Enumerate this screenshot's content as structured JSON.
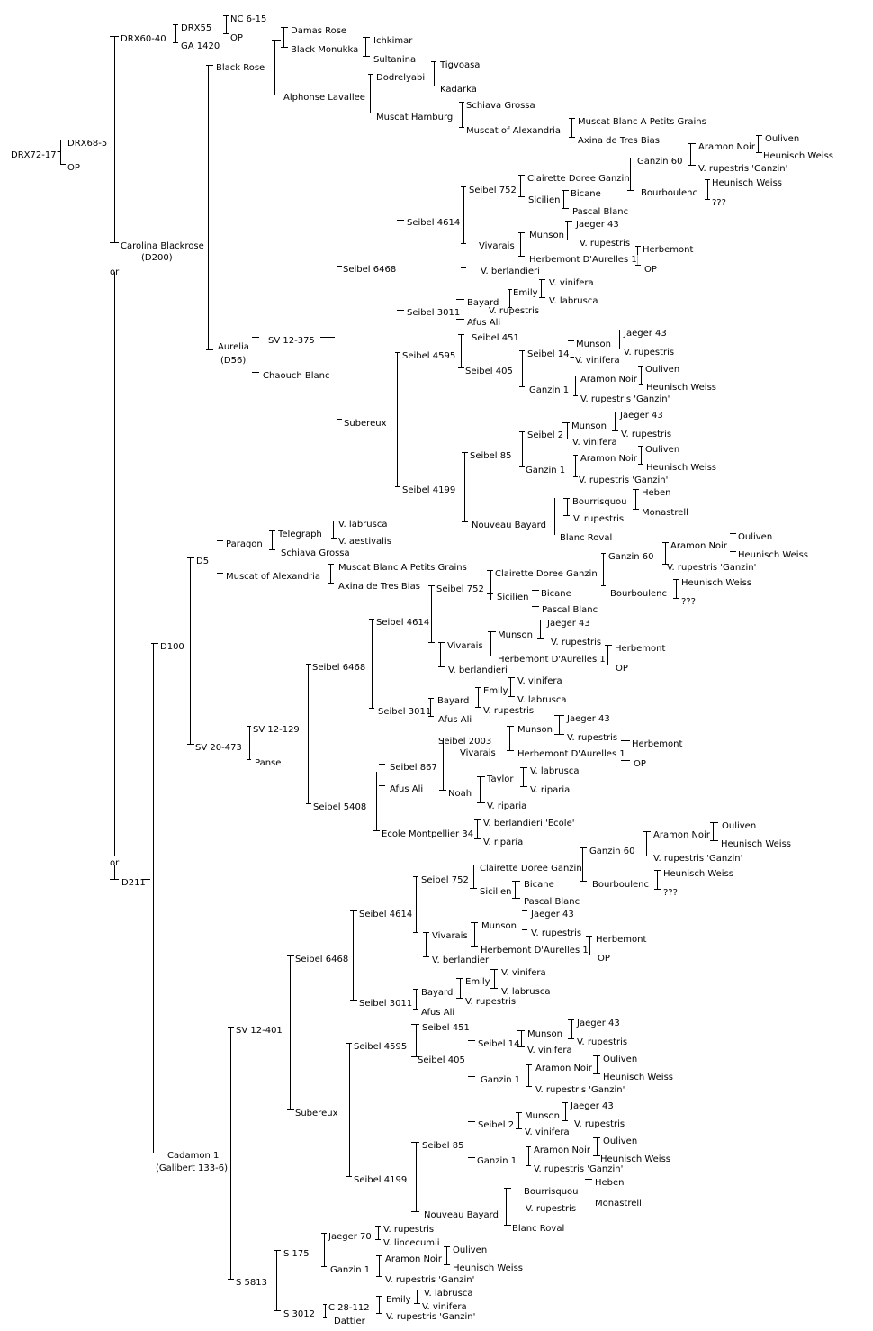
{
  "colors": {
    "line": "#000000",
    "text": "#000000",
    "background": "#ffffff"
  },
  "labels": [
    "DRX72-17",
    "DRX68-5",
    "OP",
    "DRX60-40",
    "DRX55",
    "NC 6-15",
    "OP",
    "GA 1420",
    "Black Rose",
    "Damas Rose",
    "Black Monukka",
    "Ichkimar",
    "Sultanina",
    "Alphonse Lavallee",
    "Dodrelyabi",
    "Tigvoasa",
    "Kadarka",
    "Muscat Hamburg",
    "Schiava Grossa",
    "Muscat of Alexandria",
    "Muscat Blanc A Petits Grains",
    "Axina de Tres Bias",
    "Carolina Blackrose",
    "(D200)",
    "or",
    "Aurelia",
    "(D56)",
    "SV 12-375",
    "Chaouch Blanc",
    "Seibel 6468",
    "Seibel 4614",
    "Seibel 752",
    "Clairette Doree Ganzin",
    "Ganzin 60",
    "Aramon Noir",
    "Ouliven",
    "Heunisch Weiss",
    "V. rupestris 'Ganzin'",
    "Sicilien",
    "Bicane",
    "Bourboulenc",
    "Heunisch Weiss",
    "???",
    "Pascal Blanc",
    "Vivarais",
    "Munson",
    "Jaeger 43",
    "V. rupestris",
    "Herbemont D'Aurelles 1",
    "Herbemont",
    "OP",
    "V. berlandieri",
    "Seibel 3011",
    "Bayard",
    "Emily",
    "V. vinifera",
    "V. labrusca",
    "V. rupestris",
    "Afus Ali",
    "Subereux",
    "Seibel 4595",
    "Seibel 451",
    "Seibel 405",
    "Seibel 14",
    "Munson",
    "Jaeger 43",
    "V. rupestris",
    "V. vinifera",
    "Ganzin 1",
    "Aramon Noir",
    "Ouliven",
    "Heunisch Weiss",
    "V. rupestris 'Ganzin'",
    "Seibel 4199",
    "Seibel 85",
    "Seibel 2",
    "Munson",
    "Jaeger 43",
    "V. rupestris",
    "V. vinifera",
    "Ganzin 1",
    "Aramon Noir",
    "Ouliven",
    "Heunisch Weiss",
    "V. rupestris 'Ganzin'",
    "Nouveau Bayard",
    "Bourrisquou",
    "Heben",
    "Monastrell",
    "V. rupestris",
    "Blanc Roval",
    "D5",
    "Paragon",
    "Telegraph",
    "V. labrusca",
    "V. aestivalis",
    "Schiava Grossa",
    "Muscat of Alexandria",
    "Muscat Blanc A Petits Grains",
    "Axina de Tres Bias",
    "D100",
    "Seibel 4614",
    "Seibel 752",
    "Clairette Doree Ganzin",
    "Ganzin 60",
    "Aramon Noir",
    "Ouliven",
    "Heunisch Weiss",
    "V. rupestris 'Ganzin'",
    "Sicilien",
    "Bicane",
    "Bourboulenc",
    "Heunisch Weiss",
    "???",
    "Pascal Blanc",
    "Vivarais",
    "Munson",
    "Jaeger 43",
    "V. rupestris",
    "Herbemont D'Aurelles 1",
    "Herbemont",
    "OP",
    "V. berlandieri",
    "Seibel 6468",
    "Seibel 3011",
    "Bayard",
    "Emily",
    "V. vinifera",
    "V. labrusca",
    "V. rupestris",
    "Afus Ali",
    "SV 20-473",
    "SV 12-129",
    "Panse",
    "Seibel 2003",
    "Vivarais",
    "Munson",
    "Jaeger 43",
    "V. rupestris",
    "Herbemont D'Aurelles 1",
    "Herbemont",
    "OP",
    "Seibel 867",
    "Afus Ali",
    "Noah",
    "Taylor",
    "V. labrusca",
    "V. riparia",
    "V. riparia",
    "Seibel 5408",
    "Ecole Montpellier 34",
    "V. berlandieri 'Ecole'",
    "V. riparia",
    "or",
    "D211",
    "Seibel 752",
    "Clairette Doree Ganzin",
    "Ganzin 60",
    "Aramon Noir",
    "Ouliven",
    "Heunisch Weiss",
    "V. rupestris 'Ganzin'",
    "Sicilien",
    "Bicane",
    "Bourboulenc",
    "Heunisch Weiss",
    "???",
    "Pascal Blanc",
    "Seibel 4614",
    "Vivarais",
    "Munson",
    "Jaeger 43",
    "V. rupestris",
    "Herbemont D'Aurelles 1",
    "Herbemont",
    "OP",
    "V. berlandieri",
    "Seibel 6468",
    "Seibel 3011",
    "Bayard",
    "Emily",
    "V. vinifera",
    "V. labrusca",
    "V. rupestris",
    "Afus Ali",
    "SV 12-401",
    "Subereux",
    "Seibel 4595",
    "Seibel 451",
    "Seibel 405",
    "Seibel 14",
    "Munson",
    "Jaeger 43",
    "V. rupestris",
    "V. vinifera",
    "Ganzin 1",
    "Aramon Noir",
    "Ouliven",
    "Heunisch Weiss",
    "V. rupestris 'Ganzin'",
    "Seibel 4199",
    "Seibel 85",
    "Seibel 2",
    "Munson",
    "Jaeger 43",
    "V. rupestris",
    "V. vinifera",
    "Ganzin 1",
    "Aramon Noir",
    "Ouliven",
    "Heunisch Weiss",
    "V. rupestris 'Ganzin'",
    "Nouveau Bayard",
    "Bourrisquou",
    "Heben",
    "Monastrell",
    "V. rupestris",
    "Blanc Roval",
    "Cadamon 1",
    "(Galibert 133-6)",
    "S 5813",
    "S 175",
    "Jaeger 70",
    "V. rupestris",
    "V. lincecumii",
    "Ganzin 1",
    "Aramon Noir",
    "Ouliven",
    "Heunisch Weiss",
    "V. rupestris 'Ganzin'",
    "S 3012",
    "C 28-112",
    "Emily",
    "V. labrusca",
    "V. vinifera",
    "Dattier",
    "V. rupestris 'Ganzin'"
  ]
}
